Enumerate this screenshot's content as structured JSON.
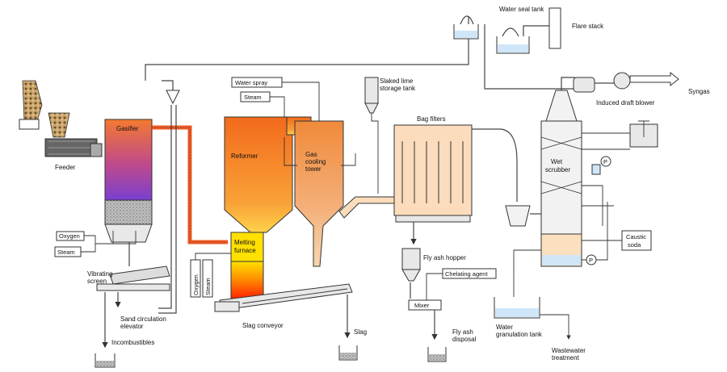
{
  "labels": {
    "water_seal_tank": "Water seal tank",
    "flare_stack": "Flare stack",
    "syngas": "Syngas",
    "induced_draft_blower": "Induced draft blower",
    "slaked_lime_1": "Slaked lime",
    "slaked_lime_2": "storage tank",
    "water_spray": "Water spray",
    "steam_top": "Steam",
    "gasifier": "Gasifier",
    "reformer": "Reformer",
    "gas_cooling_1": "Gas",
    "gas_cooling_2": "cooling",
    "gas_cooling_3": "tower",
    "bag_filters": "Bag filters",
    "wet_scrubber_1": "Wet",
    "wet_scrubber_2": "scrubber",
    "feeder": "Feeder",
    "oxygen_left": "Oxygen",
    "steam_left": "Steam",
    "melting_furnace_1": "Melting",
    "melting_furnace_2": "furnace",
    "caustic_soda_1": "Caustic",
    "caustic_soda_2": "soda",
    "fly_ash_hopper": "Fly ash hopper",
    "chelating_agent": "Chelating agent",
    "vibrating_screen_1": "Vibrating",
    "vibrating_screen_2": "screen",
    "oxygen_vertical": "Oxygen",
    "steam_vertical": "Steam",
    "mixer": "Mixer",
    "slag_conveyor": "Slag conveyor",
    "water_granulation_1": "Water",
    "water_granulation_2": "granulation tank",
    "sand_circ_1": "Sand circulation",
    "sand_circ_2": "elevator",
    "incombustibles": "Incombustibles",
    "slag": "Slag",
    "fly_ash_disposal_1": "Fly ash",
    "fly_ash_disposal_2": "disposal",
    "wastewater_1": "Wastewater",
    "wastewater_2": "treatment",
    "pump_symbol": "P"
  },
  "colors": {
    "gasifier_top": "#f47a30",
    "gasifier_bottom": "#7a3fd0",
    "reformer_top": "#f26a1c",
    "reformer_bottom": "#ffd24a",
    "furnace_top": "#ffe000",
    "furnace_bottom": "#ff2200",
    "tower_top": "#f08a3a",
    "tower_bottom": "#f6d6b0",
    "duct_hot": "#f15a24",
    "bag_filter": "#fbdcbc",
    "scrubber_bottom": "#fbe0bf",
    "water": "#cfe6f8"
  }
}
